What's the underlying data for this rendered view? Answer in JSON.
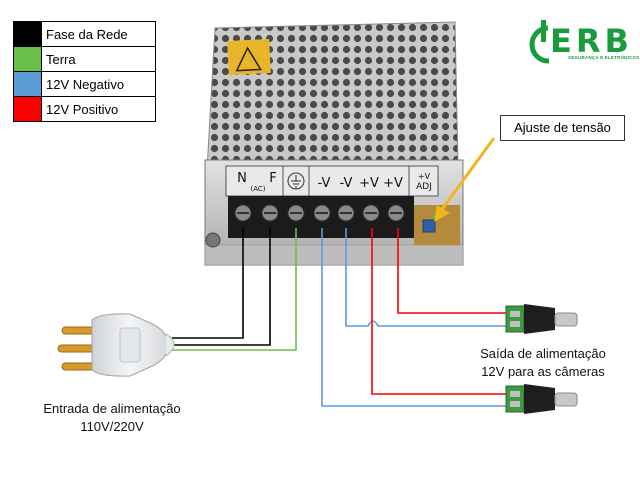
{
  "legend": [
    {
      "label": "Fase da Rede",
      "color": "#000000"
    },
    {
      "label": "Terra",
      "color": "#6abf4b"
    },
    {
      "label": "12V Negativo",
      "color": "#5b9bd5"
    },
    {
      "label": "12V Positivo",
      "color": "#ff0000"
    }
  ],
  "logo": {
    "name": "ERB",
    "tagline": "SEGURANÇA E ELETRÔNICOS",
    "color": "#1a9c3c"
  },
  "callout": {
    "text": "Ajuste de tensão"
  },
  "terminals": {
    "n": "N",
    "f": "F",
    "ac": "(AC)",
    "neg1": "-V",
    "neg2": "-V",
    "pos1": "+V",
    "pos2": "+V",
    "adj_top": "+V",
    "adj_bottom": "ADJ"
  },
  "labels": {
    "input_line1": "Entrada de alimentação",
    "input_line2": "110V/220V",
    "output_line1": "Saída de alimentação",
    "output_line2": "12V para as câmeras"
  }
}
